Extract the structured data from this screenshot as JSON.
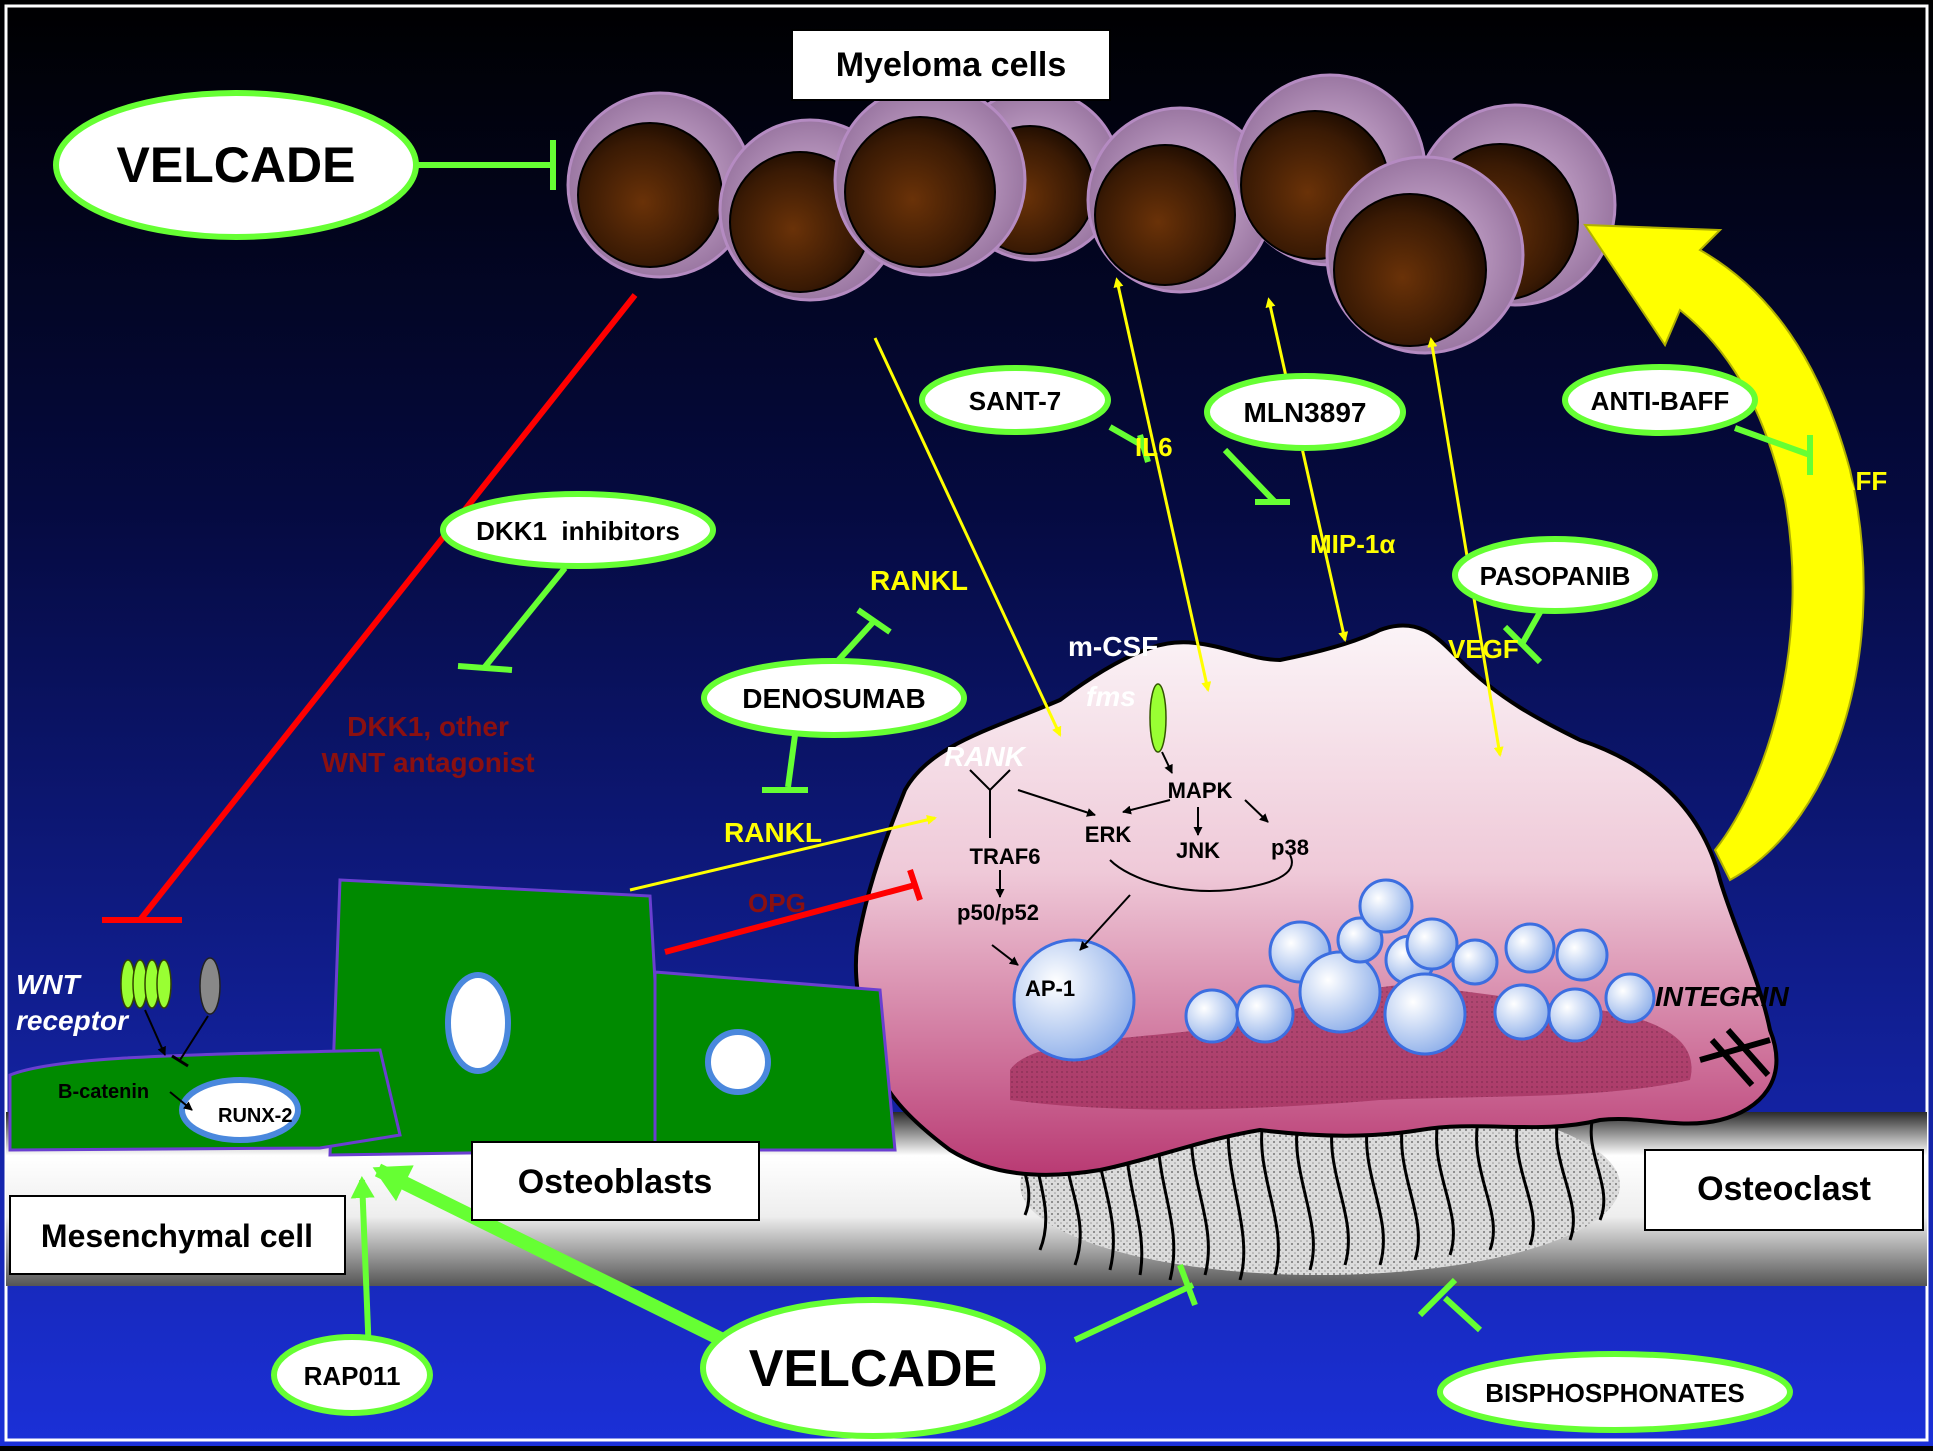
{
  "labels": {
    "myeloma_cells": "Myeloma cells",
    "osteoblasts": "Osteoblasts",
    "osteoclast": "Osteoclast",
    "mesenchymal_cell": "Mesenchymal cell"
  },
  "drugs": {
    "velcade_top": "VELCADE",
    "velcade_bottom": "VELCADE",
    "sant7": "SANT-7",
    "mln3897": "MLN3897",
    "anti_baff": "ANTI-BAFF",
    "dkk1_inhibitors": "DKK1  inhibitors",
    "pasopanib": "PASOPANIB",
    "denosumab": "DENOSUMAB",
    "rap011": "RAP011",
    "bisphosphonates": "BISPHOSPHONATES"
  },
  "factors": {
    "il6": "IL6",
    "mip1a": "MIP-1α",
    "baff": "BAFF",
    "vegf": "VEGF",
    "rankl_top": "RANKL",
    "rankl_bottom": "RANKL",
    "opg": "OPG",
    "mcsf": "m-CSF",
    "fms": "fms",
    "rank": "RANK",
    "dkk1_line1": "DKK1, other",
    "dkk1_line2": "WNT antagonist",
    "wnt_line1": "WNT",
    "wnt_line2": "receptor",
    "integrin": "INTEGRIN"
  },
  "pathway": {
    "mapk": "MAPK",
    "erk": "ERK",
    "jnk": "JNK",
    "p38": "p38",
    "traf6": "TRAF6",
    "p50p52": "p50/p52",
    "ap1": "AP-1",
    "bcatenin": "B-catenin",
    "runx2": "RUNX-2"
  },
  "colors": {
    "background_top": "#000000",
    "background_bottom": "#1a2fd0",
    "drug_border": "#66ff33",
    "stimulation": "#ffff00",
    "inhibition_red": "#ff0000",
    "osteoblast": "#008a00",
    "osteoclast_top": "#f7ecf0",
    "osteoclast_bottom": "#c2447a"
  }
}
